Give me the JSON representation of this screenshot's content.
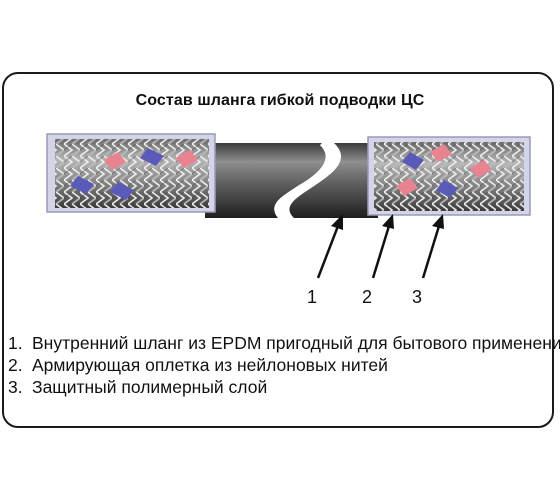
{
  "title": "Состав шланга гибкой подводки ЦС",
  "callouts": [
    "1",
    "2",
    "3"
  ],
  "legend": [
    {
      "number": "1.",
      "text": "Внутренний шланг из EPDM пригодный для бытового применения"
    },
    {
      "number": "2.",
      "text": "Армирующая оплетка из нейлоновых нитей"
    },
    {
      "number": "3.",
      "text": "Защитный полимерный слой"
    }
  ],
  "colors": {
    "inner_hose": "#4a4a4a",
    "braid": "#8a8a8a",
    "braid_blue": "#5a5ab8",
    "braid_pink": "#e8838f",
    "outer_layer": "#d8d8ea",
    "frame": "#1a1a1a"
  }
}
